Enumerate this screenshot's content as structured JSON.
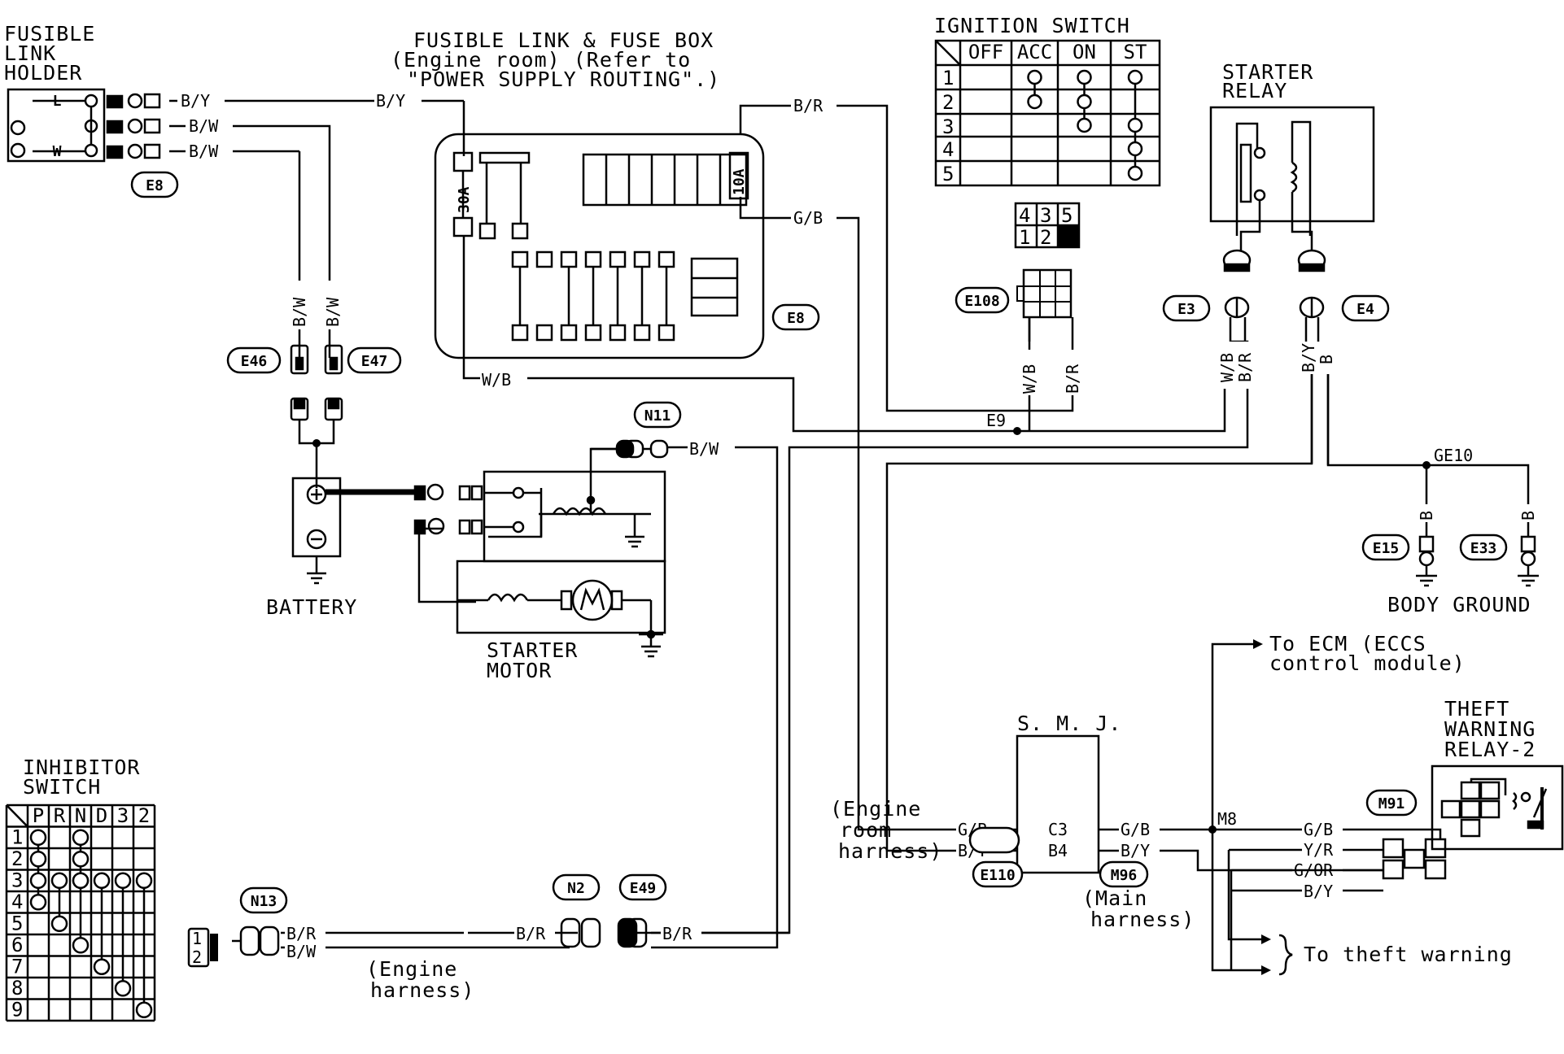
{
  "title": {
    "fusible_link_holder": [
      "FUSIBLE",
      "LINK",
      "HOLDER"
    ],
    "fuse_box": [
      "FUSIBLE LINK & FUSE BOX",
      "(Engine room) (Refer to",
      "\"POWER SUPPLY ROUTING\".)"
    ],
    "ignition_switch": "IGNITION SWITCH",
    "starter_relay": [
      "STARTER",
      "RELAY"
    ],
    "battery": "BATTERY",
    "starter_motor": [
      "STARTER",
      "MOTOR"
    ],
    "body_ground": "BODY GROUND",
    "smj": "S. M. J.",
    "theft_relay": [
      "THEFT",
      "WARNING",
      "RELAY-2"
    ],
    "inhibitor_switch": [
      "INHIBITOR",
      "SWITCH"
    ]
  },
  "notes": {
    "ecm": [
      "To ECM (ECCS",
      "control module)"
    ],
    "theft_warning": "To theft warning",
    "engine_room_harness": [
      "(Engine",
      "room",
      "harness)"
    ],
    "main_harness": [
      "(Main",
      "harness)"
    ],
    "engine_harness": [
      "(Engine",
      "harness)"
    ]
  },
  "fuses": {
    "f30": "30A",
    "f10": "10A"
  },
  "connectors": {
    "E8a": "E8",
    "E8b": "E8",
    "E46": "E46",
    "E47": "E47",
    "N11": "N11",
    "E108": "E108",
    "E3": "E3",
    "E4": "E4",
    "E15": "E15",
    "E33": "E33",
    "E110": "E110",
    "M96": "M96",
    "M91": "M91",
    "N13": "N13",
    "N2": "N2",
    "E49": "E49"
  },
  "junctions": {
    "e9": "E9",
    "ge10": "GE10",
    "m8": "M8"
  },
  "smj_pins": {
    "c3": "C3",
    "b4": "B4"
  },
  "wires": {
    "fl_by": "B/Y",
    "fl_bw1": "B/W",
    "fl_bw2": "B/W",
    "by_top": "B/Y",
    "br_top": "B/R",
    "gb_top": "G/B",
    "wb_mid": "W/B",
    "v_bw1": "B/W",
    "v_bw2": "B/W",
    "n11_bw": "B/W",
    "e108_wb": "W/B",
    "e108_br": "B/R",
    "e3_wb": "W/B",
    "e3_br": "B/R",
    "e4_by": "B/Y",
    "e4_b": "B",
    "e15_b": "B",
    "e33_b": "B",
    "smj_gb_l": "G/B",
    "smj_by_l": "B/Y",
    "smj_gb_r": "G/B",
    "smj_by_r": "B/Y",
    "m91_gb": "G/B",
    "m91_yr": "Y/R",
    "m91_gor": "G/OR",
    "m91_by": "B/Y",
    "n13_br": "B/R",
    "n13_bw": "B/W",
    "n2_br": "B/R",
    "e49_br": "B/R"
  },
  "ignition_table": {
    "headers": [
      "OFF",
      "ACC",
      "ON",
      "ST"
    ],
    "rows": [
      "1",
      "2",
      "3",
      "4",
      "5"
    ],
    "continuity": [
      {
        "col": 1,
        "from": 1,
        "to": 2
      },
      {
        "col": 2,
        "from": 1,
        "to": 3
      },
      {
        "col": 3,
        "from": 1,
        "to": 5
      }
    ]
  },
  "ignition_connector": {
    "top": [
      "4",
      "3",
      "5"
    ],
    "bottom": [
      "1",
      "2"
    ]
  },
  "inhibitor_table": {
    "headers": [
      "P",
      "R",
      "N",
      "D",
      "3",
      "2"
    ],
    "rows": [
      "1",
      "2",
      "3",
      "4",
      "5",
      "6",
      "7",
      "8",
      "9"
    ],
    "continuity": [
      {
        "col": 0,
        "rows": [
          1,
          2,
          3,
          4
        ]
      },
      {
        "col": 2,
        "rows": [
          1,
          2,
          3
        ]
      },
      {
        "col": 1,
        "rows": [
          3,
          5
        ]
      },
      {
        "col": 2,
        "rows": [
          3,
          6
        ]
      },
      {
        "col": 3,
        "rows": [
          3,
          7
        ]
      },
      {
        "col": 4,
        "rows": [
          3,
          8
        ]
      },
      {
        "col": 5,
        "rows": [
          3,
          9
        ]
      }
    ]
  },
  "inhibitor_plug": [
    "1",
    "2"
  ],
  "relay_blocks": {
    "b1": "L",
    "b3": "W"
  }
}
